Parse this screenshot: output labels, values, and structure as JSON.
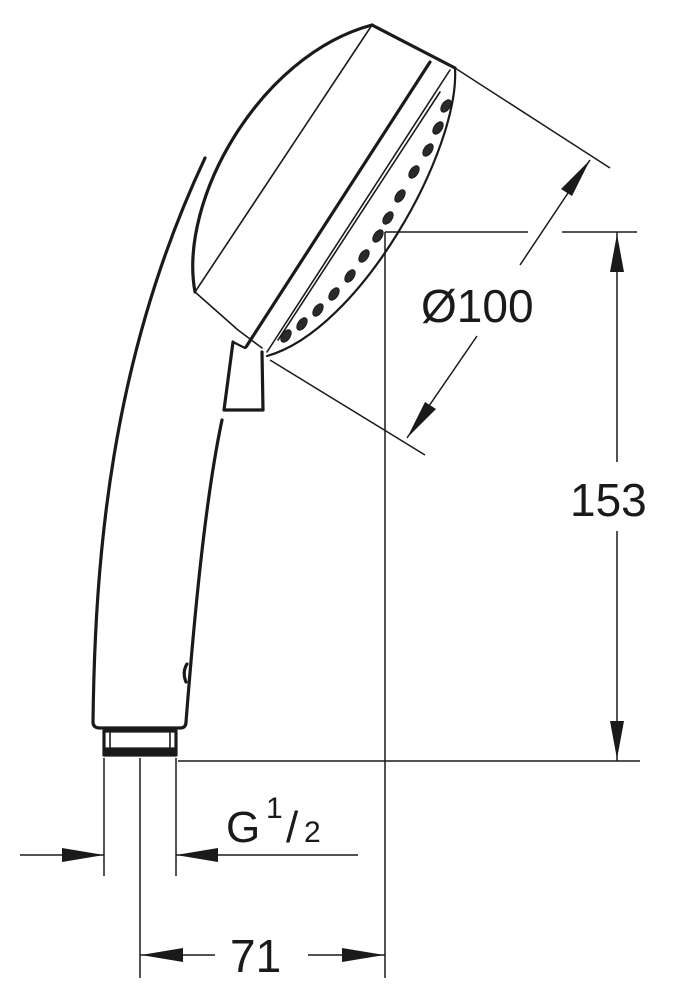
{
  "drawing": {
    "subject": "hand shower",
    "line_color": "#1a1a1a",
    "background": "#ffffff"
  },
  "dimensions": {
    "head_diameter": {
      "symbol": "Ø",
      "value": "100",
      "label": "Ø100"
    },
    "height": {
      "value": "153",
      "label": "153"
    },
    "width": {
      "value": "71",
      "label": "71"
    },
    "thread": {
      "prefix": "G",
      "numerator": "1",
      "slash": "/",
      "denominator": "2",
      "label": "G 1/2"
    }
  }
}
